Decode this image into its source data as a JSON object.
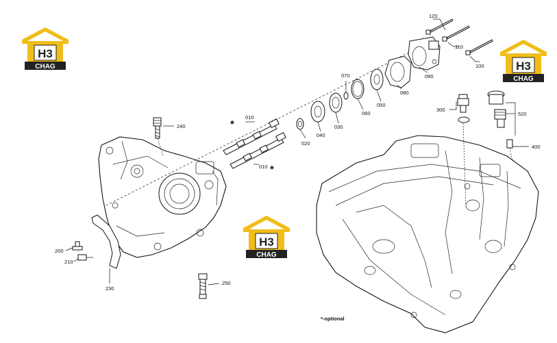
{
  "logo": {
    "letter": "H3",
    "brand": "CHAG",
    "colors": {
      "yellow": "#f0bd1a",
      "dark": "#222222"
    }
  },
  "labels": {
    "p010a": "010",
    "p010b": "010",
    "p020": "020",
    "p030": "030",
    "p040": "040",
    "p050": "050",
    "p060": "060",
    "p070": "070",
    "p080": "080",
    "p090": "090",
    "p100": "100",
    "p110": "110",
    "p120": "120",
    "p200": "200",
    "p210": "210",
    "p230": "230",
    "p240": "240",
    "p250": ".250",
    "p300": "300",
    "p400": "400",
    "p520": "520"
  },
  "stars": {
    "a": "*",
    "b": "*"
  },
  "note": "*-optional"
}
